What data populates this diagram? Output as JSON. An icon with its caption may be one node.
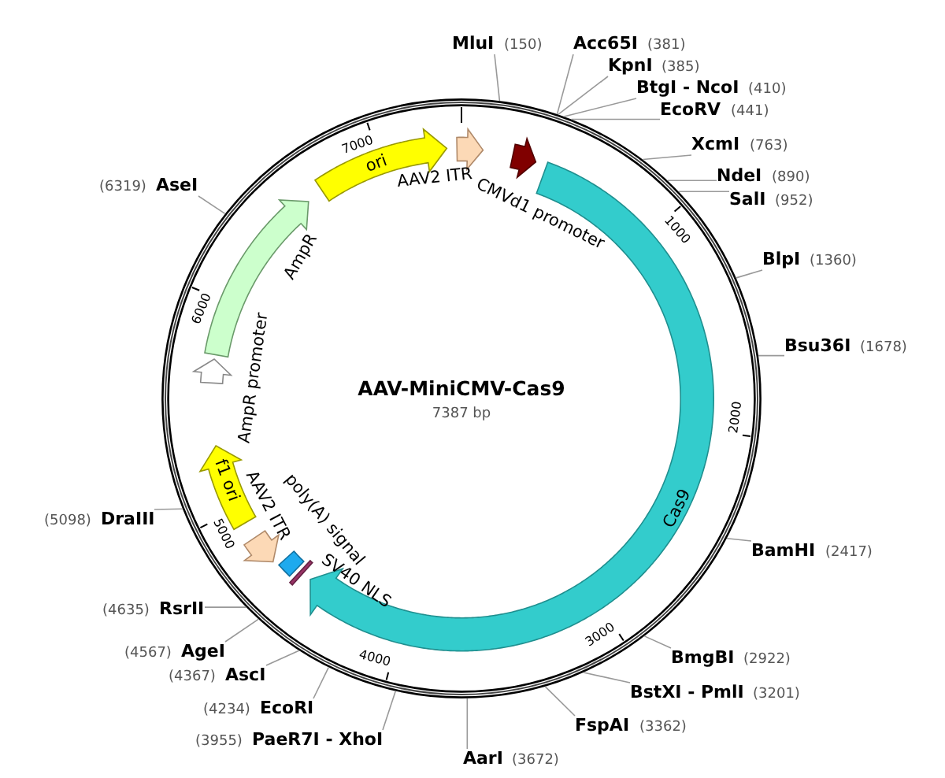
{
  "diagram": {
    "title": "AAV-MiniCMV-Cas9",
    "nodes": [
      {
        "text": [
          "MluI"
        ],
        "beside": [
          "(150)"
        ]
      },
      {
        "text": [
          "Acc65I"
        ],
        "beside": [
          "(381)"
        ]
      },
      {
        "text": [
          "KpnI"
        ],
        "beside": [
          "(385)"
        ]
      },
      {
        "text": [
          "BtgI - NcoI"
        ],
        "beside": [
          "(410)"
        ]
      },
      {
        "text": [
          "EcoRV"
        ],
        "beside": [
          "(441)"
        ]
      },
      {
        "text": [
          "XcmI"
        ],
        "beside": [
          "(763)"
        ]
      },
      {
        "text": [
          "NdeI"
        ],
        "beside": [
          "(890)"
        ]
      },
      {
        "text": [
          "SalI"
        ],
        "beside": [
          "(952)"
        ]
      },
      {
        "text": [
          "BlpI"
        ],
        "beside": [
          "(1360)"
        ]
      },
      {
        "text": [
          "Bsu36I"
        ],
        "beside": [
          "(1678)"
        ]
      },
      {
        "text": [
          "BamHI"
        ],
        "beside": [
          "(2417)"
        ]
      },
      {
        "text": [
          "BmgBI"
        ],
        "beside": [
          "(2922)"
        ]
      },
      {
        "text": [
          "BstXI - PmlI"
        ],
        "beside": [
          "(3201)"
        ]
      },
      {
        "text": [
          "FspAI"
        ],
        "beside": [
          "(3362)"
        ]
      },
      {
        "text": [
          "AarI"
        ],
        "beside": [
          "(3672)"
        ]
      },
      {
        "text": [
          "PaeR7I - XhoI"
        ],
        "beside": [
          "(3955)"
        ]
      },
      {
        "text": [
          "EcoRI"
        ],
        "beside": [
          "(4234)"
        ]
      },
      {
        "text": [
          "AscI"
        ],
        "beside": [
          "(4367)"
        ]
      },
      {
        "text": [
          "AgeI"
        ],
        "beside": [
          "(4567)"
        ]
      },
      {
        "text": [
          "RsrII"
        ],
        "beside": [
          "(4635)"
        ]
      },
      {
        "text": [
          "DraIII"
        ],
        "beside": [
          "(5098)"
        ]
      },
      {
        "text": [
          "AseI"
        ],
        "beside": [
          "(6319)"
        ]
      },
      {
        "text": [],
        "shape": "arrow",
        "beside": [
          "AAV2 ITR"
        ]
      },
      {
        "text": [],
        "shape": "arrow",
        "beside": [
          "CMVd1 promoter"
        ]
      },
      {
        "text": [
          "Cas9"
        ]
      },
      {
        "text": [],
        "shape": "bar",
        "beside": [
          "SV40 NLS"
        ]
      },
      {
        "text": [],
        "shape": "box",
        "beside": [
          "poly(A) signal"
        ]
      },
      {
        "text": [],
        "shape": "arrow",
        "beside": [
          "AAV2 ITR"
        ]
      },
      {
        "text": [
          "f1 ori"
        ]
      },
      {
        "text": [],
        "shape": "arrow",
        "beside": [
          "AmpR promoter"
        ]
      },
      {
        "text": [],
        "shape": "arrow",
        "beside": [
          "AmpR"
        ]
      },
      {
        "text": [
          "ori"
        ]
      }
    ],
    "edges": [
      {
        "from": 0,
        "to": null,
        "arrow": "none"
      },
      {
        "from": 1,
        "to": null,
        "arrow": "none"
      },
      {
        "from": 2,
        "to": null,
        "arrow": "none"
      },
      {
        "from": 3,
        "to": null,
        "arrow": "none"
      },
      {
        "from": 4,
        "to": null,
        "arrow": "none"
      },
      {
        "from": 5,
        "to": null,
        "arrow": "none"
      },
      {
        "from": 6,
        "to": null,
        "arrow": "none"
      },
      {
        "from": 7,
        "to": null,
        "arrow": "none"
      },
      {
        "from": 8,
        "to": null,
        "arrow": "none"
      },
      {
        "from": 9,
        "to": null,
        "arrow": "none"
      },
      {
        "from": 10,
        "to": null,
        "arrow": "none"
      },
      {
        "from": 11,
        "to": null,
        "arrow": "none"
      },
      {
        "from": 12,
        "to": null,
        "arrow": "none"
      },
      {
        "from": 13,
        "to": null,
        "arrow": "none"
      },
      {
        "from": 14,
        "to": null,
        "arrow": "none"
      },
      {
        "from": 15,
        "to": null,
        "arrow": "none"
      },
      {
        "from": 16,
        "to": null,
        "arrow": "none"
      },
      {
        "from": 17,
        "to": null,
        "arrow": "none"
      },
      {
        "from": 18,
        "to": null,
        "arrow": "none"
      },
      {
        "from": 19,
        "to": null,
        "arrow": "none"
      },
      {
        "from": 20,
        "to": null,
        "arrow": "none"
      },
      {
        "from": 21,
        "to": null,
        "arrow": "none"
      }
    ],
    "labels": [
      "7000",
      "1000",
      "6000",
      "2000",
      "7387 bp",
      "5000",
      "3000",
      "4000"
    ]
  }
}
